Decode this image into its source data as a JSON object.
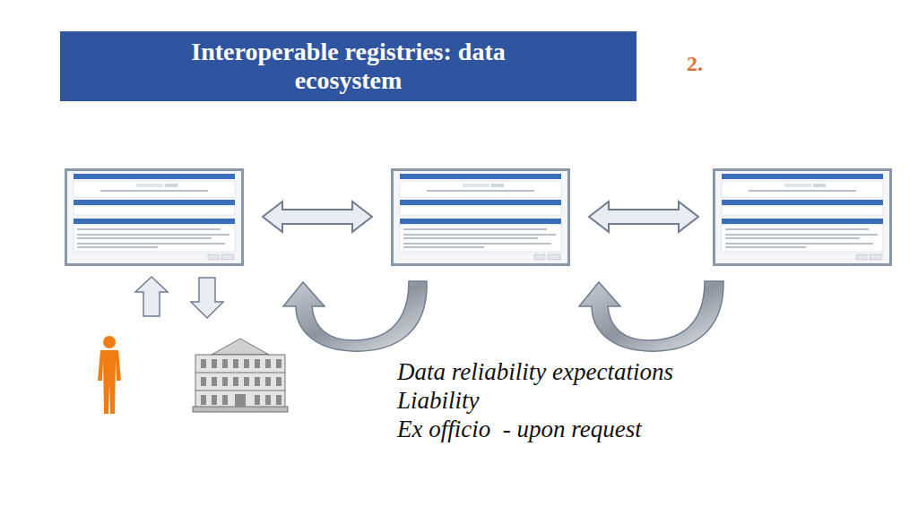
{
  "diagram": {
    "title": "Interoperable registries: data ecosystem",
    "labels": [
      "2.",
      "Data reliability expectations",
      "Liability",
      "Ex officio  - upon request"
    ]
  }
}
